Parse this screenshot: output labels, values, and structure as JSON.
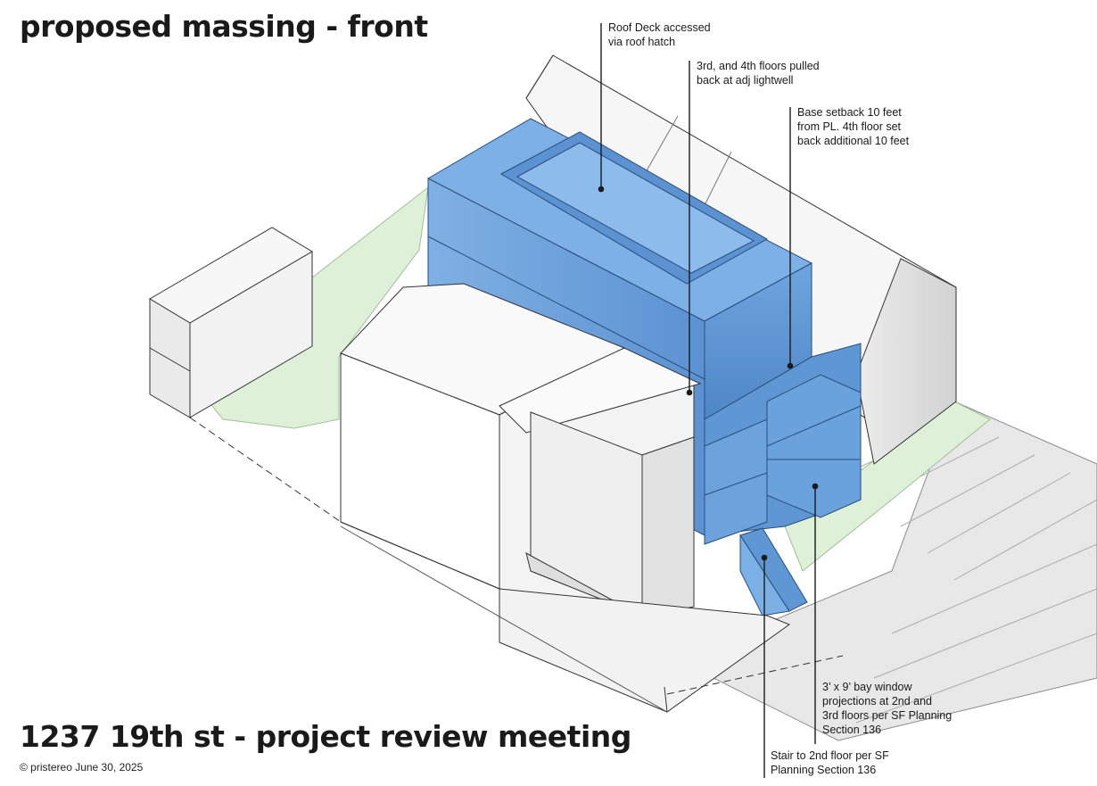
{
  "title": "proposed massing - front",
  "subtitle": "1237 19th st - project review meeting",
  "credit": "© pristereo  June 30, 2025",
  "annotations": [
    {
      "id": "roof-deck",
      "text": "Roof Deck accessed\nvia roof hatch"
    },
    {
      "id": "floors-pulled-back",
      "text": "3rd, and 4th floors pulled\nback at adj lightwell"
    },
    {
      "id": "base-setback",
      "text": "Base setback 10 feet\nfrom PL. 4th floor set\nback additional 10 feet"
    },
    {
      "id": "bay-window",
      "text": "3’ x 9’ bay window\nprojections at 2nd and\n3rd floors per SF Planning\nSection 136"
    },
    {
      "id": "stair",
      "text": "Stair to 2nd floor per SF\nPlanning Section 136"
    }
  ],
  "colors": {
    "proposed_massing": "#6fa3dc",
    "proposed_massing_dark": "#4f86c6",
    "neighbor_buildings": "#f4f4f4",
    "landscape": "#dcefd6",
    "sidewalk": "#e4e4e4",
    "outline": "#2a2a2a"
  }
}
